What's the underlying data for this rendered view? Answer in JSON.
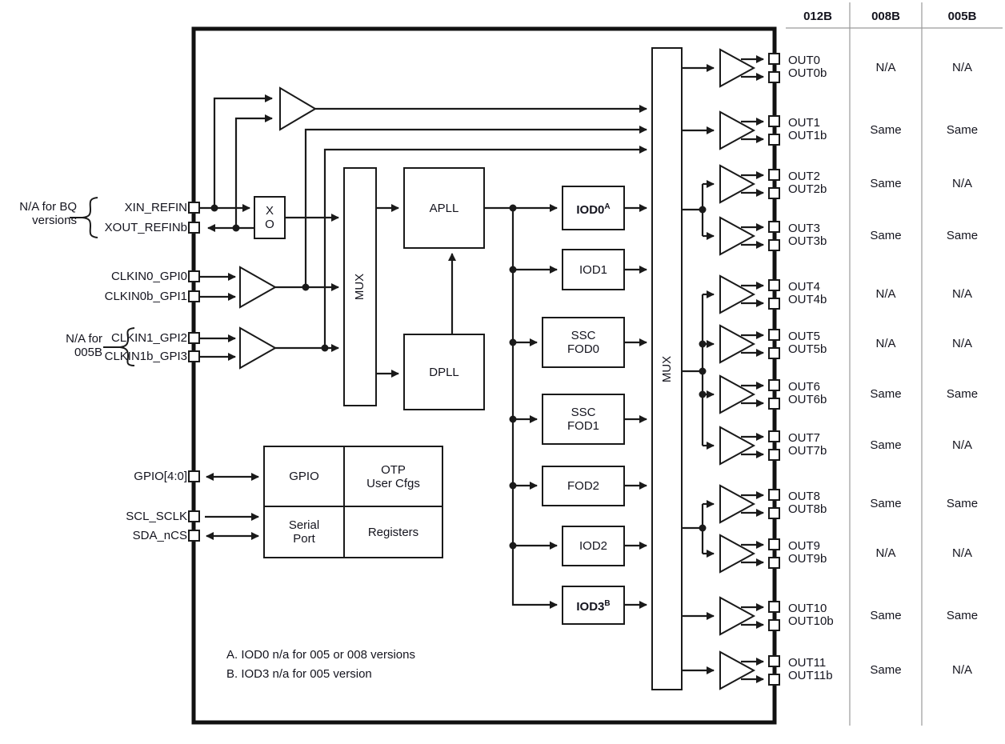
{
  "chip": {
    "left_pins": {
      "xin_refin": "XIN_REFIN",
      "xout_refinb": "XOUT_REFINb",
      "clkin0_gpi0": "CLKIN0_GPI0",
      "clkin0b_gpi1": "CLKIN0b_GPI1",
      "clkin1_gpi2": "CLKIN1_GPI2",
      "clkin1b_gpi3": "CLKIN1b_GPI3",
      "gpio": "GPIO[4:0]",
      "scl_sclk": "SCL_SCLK",
      "sda_ncs": "SDA_nCS"
    },
    "annotations": {
      "bq_line1": "N/A for BQ",
      "bq_line2": "versions",
      "b005_line1": "N/A for",
      "b005_line2": "005B"
    },
    "blocks": {
      "xo_line1": "X",
      "xo_line2": "O",
      "input_mux": "MUX",
      "apll": "APLL",
      "dpll": "DPLL",
      "iod0": "IOD0",
      "iod0_sup": "A",
      "iod1": "IOD1",
      "ssc0_line1": "SSC",
      "ssc0_line2": "FOD0",
      "ssc1_line1": "SSC",
      "ssc1_line2": "FOD1",
      "fod2": "FOD2",
      "iod2": "IOD2",
      "iod3": "IOD3",
      "iod3_sup": "B",
      "gpio": "GPIO",
      "otp_line1": "OTP",
      "otp_line2": "User Cfgs",
      "serial_line1": "Serial",
      "serial_line2": "Port",
      "registers": "Registers",
      "output_mux": "MUX"
    },
    "notes": {
      "a": "A. IOD0 n/a for 005 or 008 versions",
      "b": "B. IOD3 n/a for 005 version"
    }
  },
  "table": {
    "headers": [
      "012B",
      "008B",
      "005B"
    ],
    "rows": [
      {
        "out": "OUT0",
        "outb": "OUT0b",
        "v008": "N/A",
        "v005": "N/A"
      },
      {
        "out": "OUT1",
        "outb": "OUT1b",
        "v008": "Same",
        "v005": "Same"
      },
      {
        "out": "OUT2",
        "outb": "OUT2b",
        "v008": "Same",
        "v005": "N/A"
      },
      {
        "out": "OUT3",
        "outb": "OUT3b",
        "v008": "Same",
        "v005": "Same"
      },
      {
        "out": "OUT4",
        "outb": "OUT4b",
        "v008": "N/A",
        "v005": "N/A"
      },
      {
        "out": "OUT5",
        "outb": "OUT5b",
        "v008": "N/A",
        "v005": "N/A"
      },
      {
        "out": "OUT6",
        "outb": "OUT6b",
        "v008": "Same",
        "v005": "Same"
      },
      {
        "out": "OUT7",
        "outb": "OUT7b",
        "v008": "Same",
        "v005": "N/A"
      },
      {
        "out": "OUT8",
        "outb": "OUT8b",
        "v008": "Same",
        "v005": "Same"
      },
      {
        "out": "OUT9",
        "outb": "OUT9b",
        "v008": "N/A",
        "v005": "N/A"
      },
      {
        "out": "OUT10",
        "outb": "OUT10b",
        "v008": "Same",
        "v005": "Same"
      },
      {
        "out": "OUT11",
        "outb": "OUT11b",
        "v008": "Same",
        "v005": "N/A"
      }
    ]
  }
}
